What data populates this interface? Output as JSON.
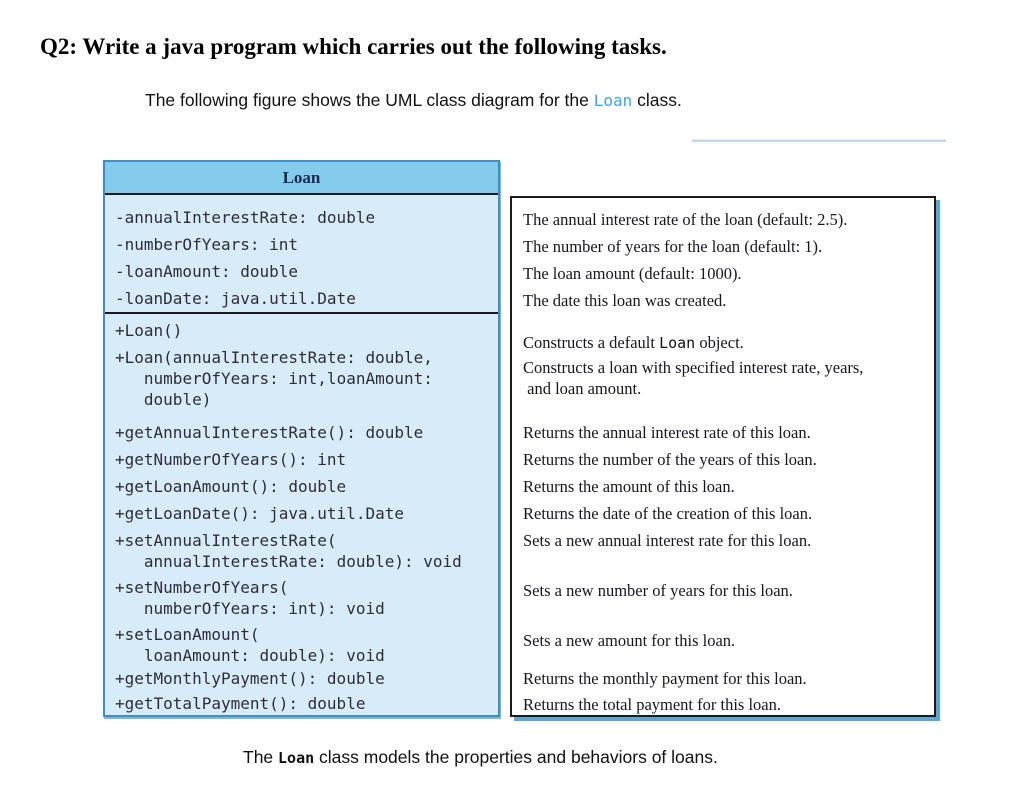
{
  "page": {
    "title": "Q2: Write a java program which carries out the following tasks.",
    "subtitle": {
      "prefix": "The following figure shows the UML class diagram for the ",
      "code": "Loan",
      "suffix": " class."
    },
    "caption": {
      "prefix": "The ",
      "code": "Loan",
      "suffix": " class models the properties and behaviors of loans."
    }
  },
  "uml": {
    "class_name": "Loan",
    "attributes": [
      "-annualInterestRate: double",
      "-numberOfYears: int",
      "-loanAmount: double",
      "-loanDate: java.util.Date"
    ],
    "methods": [
      "+Loan()",
      "+Loan(annualInterestRate: double,\n   numberOfYears: int,loanAmount:\n   double)",
      "+getAnnualInterestRate(): double",
      "+getNumberOfYears(): int",
      "+getLoanAmount(): double",
      "+getLoanDate(): java.util.Date",
      "+setAnnualInterestRate(\n   annualInterestRate: double): void",
      "+setNumberOfYears(\n   numberOfYears: int): void",
      "+setLoanAmount(\n   loanAmount: double): void",
      "+getMonthlyPayment(): double",
      "+getTotalPayment(): double"
    ]
  },
  "descriptions": {
    "rows": [
      {
        "prefix": "The annual interest rate of the loan (default: 2.5).",
        "code": "",
        "suffix": ""
      },
      {
        "prefix": "The number of years for the loan (default: 1).",
        "code": "",
        "suffix": ""
      },
      {
        "prefix": "The loan amount (default: 1000).",
        "code": "",
        "suffix": ""
      },
      {
        "prefix": "The date this loan was created.",
        "code": "",
        "suffix": ""
      },
      {
        "prefix": "Constructs a default ",
        "code": "Loan",
        "suffix": " object."
      },
      {
        "prefix": "Constructs a loan with specified interest rate, years,\n and loan amount.",
        "code": "",
        "suffix": ""
      },
      {
        "prefix": "Returns the annual interest rate of this loan.",
        "code": "",
        "suffix": ""
      },
      {
        "prefix": "Returns the number of the years of this loan.",
        "code": "",
        "suffix": ""
      },
      {
        "prefix": "Returns the amount of this loan.",
        "code": "",
        "suffix": ""
      },
      {
        "prefix": "Returns the date of the creation of this loan.",
        "code": "",
        "suffix": ""
      },
      {
        "prefix": "Sets a new annual interest rate for this loan.",
        "code": "",
        "suffix": ""
      },
      {
        "prefix": "Sets a new number of years for this loan.",
        "code": "",
        "suffix": ""
      },
      {
        "prefix": "Sets a new amount for this loan.",
        "code": "",
        "suffix": ""
      },
      {
        "prefix": "Returns the monthly payment for this loan.",
        "code": "",
        "suffix": ""
      },
      {
        "prefix": "Returns the total payment for this loan.",
        "code": "",
        "suffix": ""
      }
    ]
  },
  "colors": {
    "uml_header_bg": "#85cbec",
    "uml_body_bg": "#d8ebf9",
    "uml_border": "#3e8fc6",
    "desc_border": "#1b1b1b",
    "desc_shadow": "#5ba7d1",
    "loan_link_blue": "#3fa2ea"
  }
}
